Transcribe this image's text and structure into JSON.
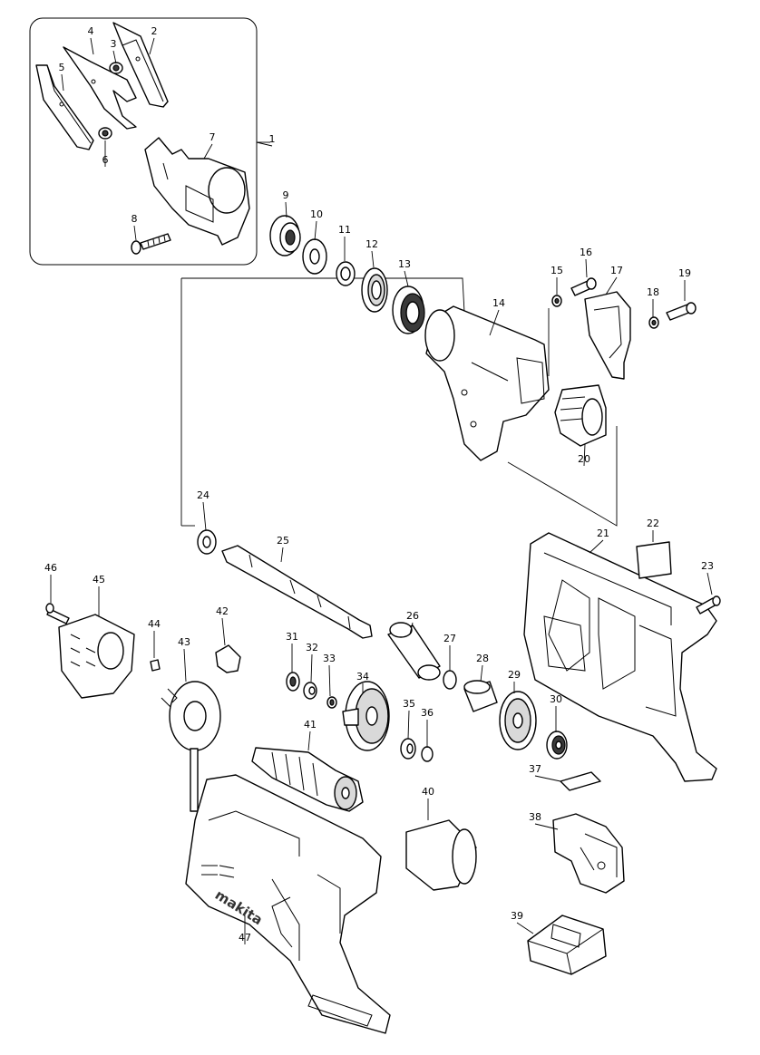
{
  "diagram": {
    "parts": [
      {
        "num": "1"
      },
      {
        "num": "2"
      },
      {
        "num": "3"
      },
      {
        "num": "4"
      },
      {
        "num": "5"
      },
      {
        "num": "6"
      },
      {
        "num": "7"
      },
      {
        "num": "8"
      },
      {
        "num": "9"
      },
      {
        "num": "10"
      },
      {
        "num": "11"
      },
      {
        "num": "12"
      },
      {
        "num": "13"
      },
      {
        "num": "14"
      },
      {
        "num": "15"
      },
      {
        "num": "16"
      },
      {
        "num": "17"
      },
      {
        "num": "18"
      },
      {
        "num": "19"
      },
      {
        "num": "20"
      },
      {
        "num": "21"
      },
      {
        "num": "22"
      },
      {
        "num": "23"
      },
      {
        "num": "24"
      },
      {
        "num": "25"
      },
      {
        "num": "26"
      },
      {
        "num": "27"
      },
      {
        "num": "28"
      },
      {
        "num": "29"
      },
      {
        "num": "30"
      },
      {
        "num": "31"
      },
      {
        "num": "32"
      },
      {
        "num": "33"
      },
      {
        "num": "34"
      },
      {
        "num": "35"
      },
      {
        "num": "36"
      },
      {
        "num": "37"
      },
      {
        "num": "38"
      },
      {
        "num": "39"
      },
      {
        "num": "40"
      },
      {
        "num": "41"
      },
      {
        "num": "42"
      },
      {
        "num": "43"
      },
      {
        "num": "44"
      },
      {
        "num": "45"
      },
      {
        "num": "46"
      },
      {
        "num": "47"
      }
    ],
    "brand_text": "makita"
  }
}
